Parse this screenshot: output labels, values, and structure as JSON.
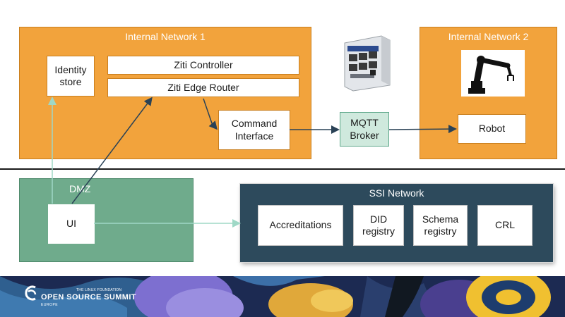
{
  "zones": {
    "internal_network_1": {
      "label": "Internal Network 1"
    },
    "internal_network_2": {
      "label": "Internal Network 2"
    },
    "dmz": {
      "label": "DMZ"
    },
    "ssi_network": {
      "label": "SSI Network"
    }
  },
  "nodes": {
    "identity_store": "Identity store",
    "ziti_controller": "Ziti Controller",
    "ziti_edge_router": "Ziti Edge Router",
    "command_interface": "Command Interface",
    "mqtt_broker": "MQTT Broker",
    "robot": "Robot",
    "ui": "UI",
    "accreditations": "Accreditations",
    "did_registry": "DID registry",
    "schema_registry": "Schema registry",
    "crl": "CRL"
  },
  "footer": {
    "brand": "OPEN SOURCE SUMMIT",
    "region": "EUROPE",
    "org": "THE LINUX FOUNDATION"
  },
  "colors": {
    "internal_network": "#f2a33c",
    "dmz": "#6fab8c",
    "ssi_network": "#2d4a5c",
    "mqtt_broker": "#cfe9dd",
    "connector_dark": "#2a4256",
    "connector_light": "#9fd8c6"
  },
  "icons": {
    "gateway_device": "gateway-device-icon",
    "robot_arm": "robot-arm-icon",
    "summit_logo": "open-source-summit-logo"
  }
}
